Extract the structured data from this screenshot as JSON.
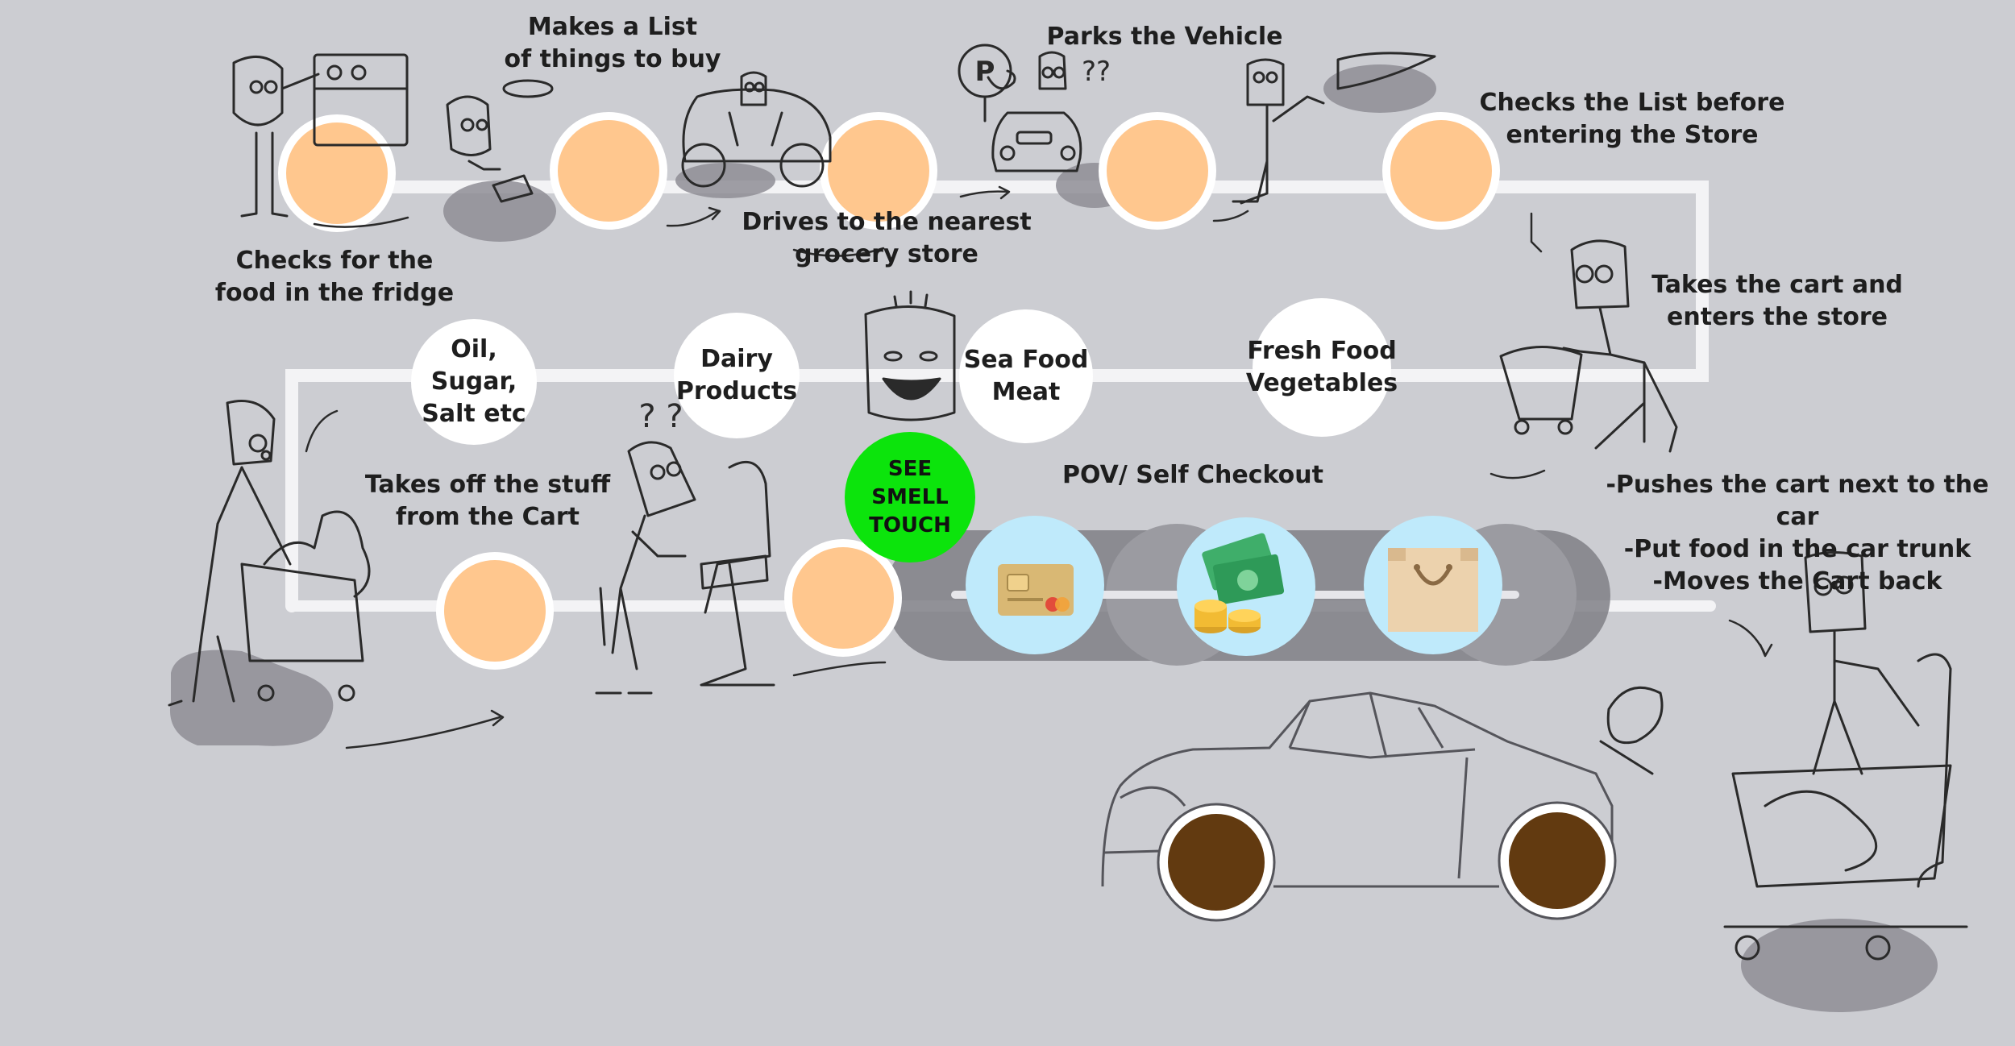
{
  "colors": {
    "background": "#cccdd2",
    "step_circle": "#ffc78e",
    "path_line": "#f3f3f5",
    "bubble": "#ffffff",
    "sense_circle": "#0ce40c",
    "checkout_circle": "#bfeafb",
    "wheel": "#623a10",
    "shadow": "#8e8d95",
    "sketch": "#2a2a2a"
  },
  "steps": {
    "check_fridge": "Checks for the\nfood in the fridge",
    "make_list": "Makes a List\nof things to buy",
    "drive": "Drives to the nearest\ngrocery store",
    "park": "Parks the Vehicle",
    "check_list": "Checks the List before\nentering the Store",
    "take_cart": "Takes the cart and\nenters the store",
    "take_off": "Takes off the stuff\nfrom the Cart",
    "checkout": "POV/ Self Checkout",
    "after": "-Pushes the cart next to the car\n-Put food in the car trunk\n-Moves the Cart back"
  },
  "sections": {
    "oil": "Oil, Sugar,\nSalt etc",
    "dairy": "Dairy\nProducts",
    "seafood": "Sea Food\nMeat",
    "fresh": "Fresh Food\nVegetables"
  },
  "sense_badge": "SEE\nSMELL\nTOUCH",
  "sketch_text": {
    "parking_sign": "P",
    "question_marks": "??",
    "question_marks_2": "? ?"
  },
  "icons": [
    "credit-card-icon",
    "cash-coins-icon",
    "shopping-bag-icon"
  ]
}
